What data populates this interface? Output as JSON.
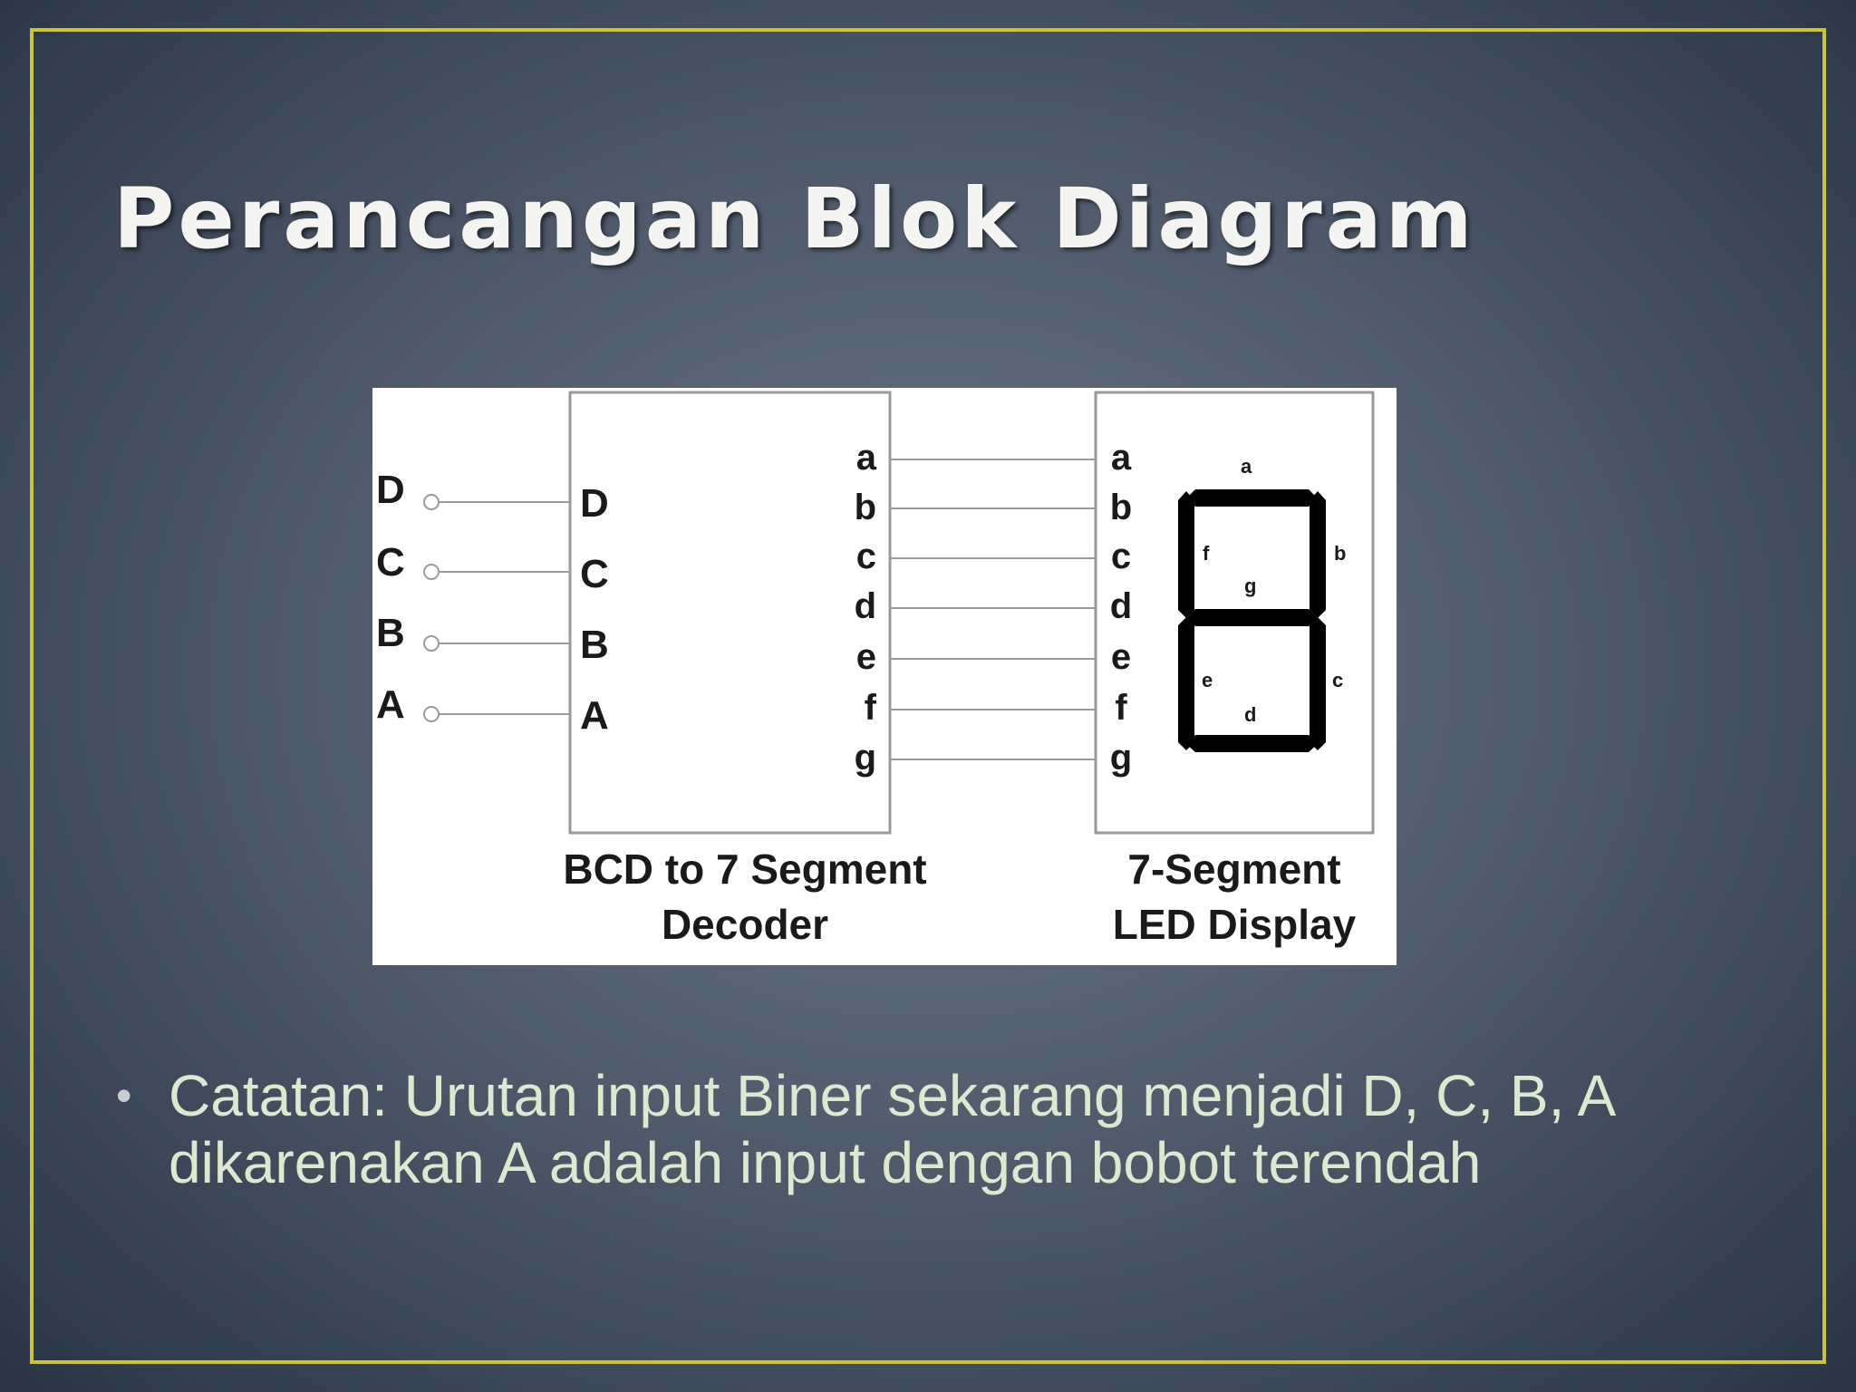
{
  "slide": {
    "title": "Perancangan Blok Diagram",
    "bullets": [
      {
        "marker": "•",
        "text": "Catatan: Urutan input Biner sekarang menjadi D, C, B, A dikarenakan A adalah input dengan bobot terendah"
      }
    ]
  },
  "diagram": {
    "input_pins": [
      "D",
      "C",
      "B",
      "A"
    ],
    "decoder_input_labels": [
      "D",
      "C",
      "B",
      "A"
    ],
    "decoder_output_labels": [
      "a",
      "b",
      "c",
      "d",
      "e",
      "f",
      "g"
    ],
    "display_input_labels": [
      "a",
      "b",
      "c",
      "d",
      "e",
      "f",
      "g"
    ],
    "decoder_caption_line1": "BCD to 7 Segment",
    "decoder_caption_line2": "Decoder",
    "display_caption_line1": "7-Segment",
    "display_caption_line2": "LED Display",
    "segment_labels": {
      "a": "a",
      "b": "b",
      "c": "c",
      "d": "d",
      "e": "e",
      "f": "f",
      "g": "g"
    }
  },
  "colors": {
    "frame": "#c9c43a",
    "title": "#f4f4f2",
    "bullet_text": "#dde8d2",
    "diagram_background": "#ffffff",
    "diagram_lines": "#9a9a9a",
    "segment_fill": "#000000"
  }
}
